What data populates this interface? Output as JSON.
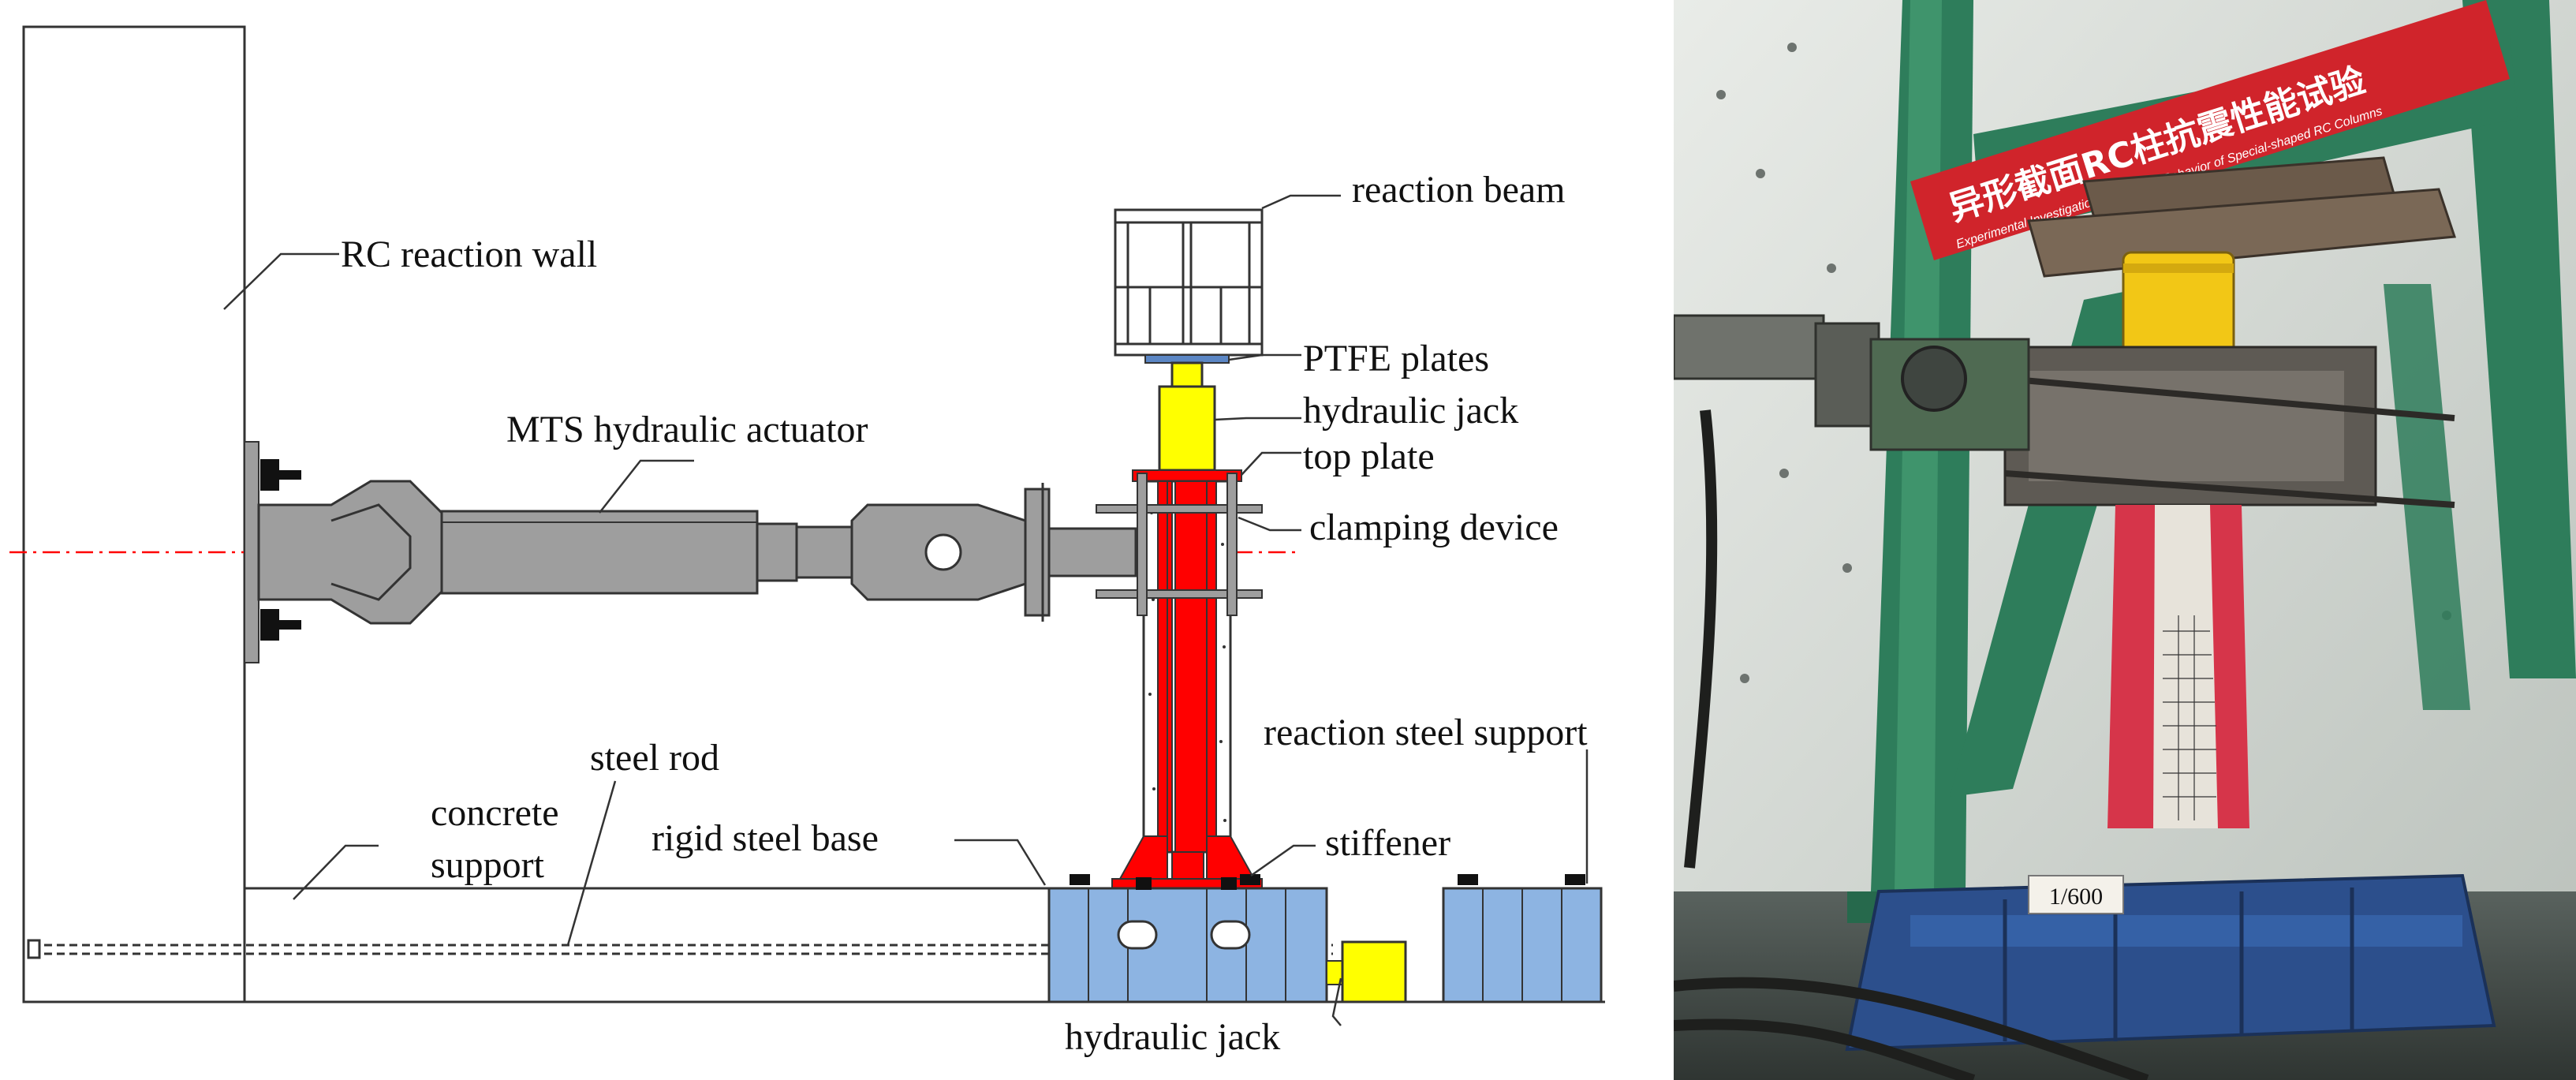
{
  "labels": {
    "rc_reaction_wall": "RC reaction wall",
    "mts_actuator": "MTS hydraulic actuator",
    "reaction_beam": "reaction beam",
    "ptfe_plates": "PTFE plates",
    "hydraulic_jack_top": "hydraulic jack",
    "top_plate": "top plate",
    "clamping_device": "clamping device",
    "reaction_steel_support": "reaction steel support",
    "steel_rod": "steel rod",
    "concrete_support_1": "concrete",
    "concrete_support_2": "support",
    "rigid_steel_base": "rigid steel base",
    "stiffener": "stiffener",
    "hydraulic_jack_bottom": "hydraulic jack"
  },
  "photo": {
    "banner_chinese": "异形截面RC柱抗震性能试验",
    "banner_english": "Experimental Investigation on Seismic Behavior of Special-shaped RC Columns",
    "placard": "1/600"
  },
  "colors": {
    "steel_gray": "#9e9e9e",
    "column_red": "#ff0000",
    "jack_yellow": "#ffff00",
    "base_blue": "#8db4e2",
    "axis_red": "#ff0000",
    "frame_green": "#2e7d5b",
    "banner_red": "#d0242b"
  }
}
